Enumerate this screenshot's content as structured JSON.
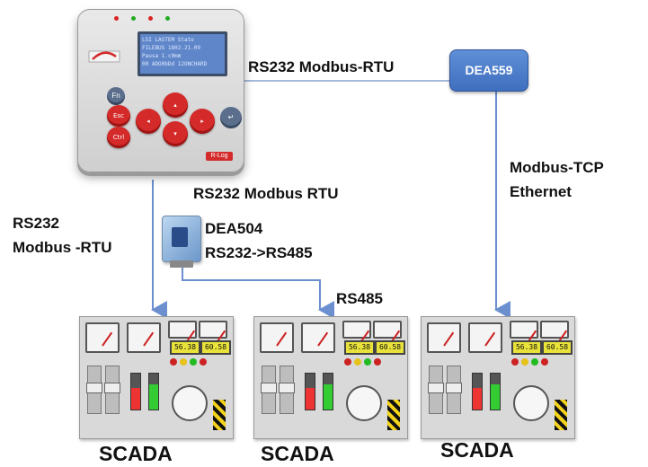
{
  "diagram": {
    "device_screen_lines": [
      "LSI LASTEM  Stato",
      "FILEBUS  1802.21.09",
      "  Pausa  1.c0mm",
      "  00 ADO0bDd  12ONCHARD"
    ],
    "device_brand": "R-Log",
    "dea559_label": "DEA559",
    "dea504_name": "DEA504",
    "dea504_desc": "RS232->RS485",
    "label_rs232_modbus_rtu_top": "RS232 Modbus-RTU",
    "label_rs232_modbus_rtu_mid": "RS232 Modbus RTU",
    "label_rs232_left_line1": "RS232",
    "label_rs232_left_line2": "Modbus -RTU",
    "label_rs485": "RS485",
    "label_tcp_line1": "Modbus-TCP",
    "label_tcp_line2": "Ethernet",
    "scada_labels": [
      "SCADA",
      "SCADA",
      "SCADA"
    ],
    "panel_readouts": [
      "56.38",
      "60.58"
    ],
    "colors": {
      "connector": "#6b8fcf",
      "dea559": "#4a7bc8",
      "device_key": "#d42a2a"
    }
  }
}
